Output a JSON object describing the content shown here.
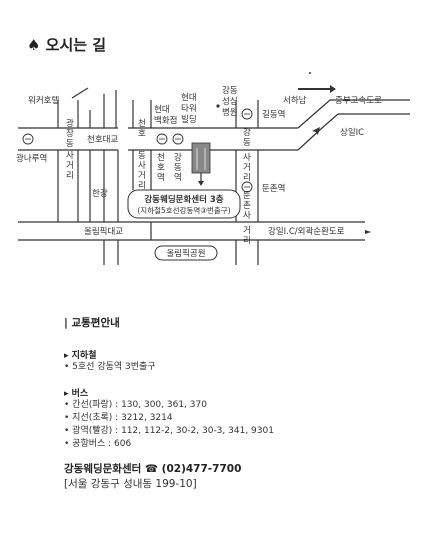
{
  "header": {
    "title": "♠ 오시는 길"
  },
  "map": {
    "labels": {
      "walkerhill": "워커호텔",
      "gwangjang1": "광",
      "gwangjang2": "장",
      "gwangjang3": "동",
      "gwangjang4": "사",
      "gwangjang5": "거",
      "gwangjang6": "리",
      "gwangnaru": "광나루역",
      "cheonhobridge": "천호대교",
      "hangang": "한강",
      "olympicbridge": "올림픽대교",
      "cheonho_st1": "천",
      "cheonho_st2": "호",
      "cheonho_st3": "역",
      "cheonho_int1": "천",
      "cheonho_int2": "호",
      "cheonho_int3": "동",
      "cheonho_int4": "사",
      "cheonho_int5": "거",
      "cheonho_int6": "리",
      "gangdong_st1": "강",
      "gangdong_st2": "동",
      "gangdong_st3": "역",
      "hyundai_dept1": "현대",
      "hyundai_dept2": "백화점",
      "hyundai_tower1": "현대",
      "hyundai_tower2": "타워",
      "hyundai_tower3": "빌딩",
      "hospital1": "강동",
      "hospital2": "성심",
      "hospital3": "병원",
      "gangdong_int1": "강",
      "gangdong_int2": "동",
      "gangdong_int3": "사",
      "gangdong_int4": "거",
      "gangdong_int5": "리",
      "gildong": "길동역",
      "seohanam": "서하남",
      "jungbu": "중부고속도로",
      "sangil": "상일IC",
      "dunchon": "둔촌역",
      "dunchon_int1": "둔",
      "dunchon_int2": "촌",
      "dunchon_int3": "사",
      "dunchon_int4": "거",
      "dunchon_int5": "리",
      "ring": "강일I.C/외곽순환도로",
      "olympicpark": "올림픽공원",
      "center_name": "강동웨딩문화센터 3층",
      "center_sub": "(지하철5호선강동역③번출구)"
    },
    "subway_icon": "subway-icon"
  },
  "info": {
    "section_title": "| 교통편안내",
    "subway": {
      "title": "▸ 지하철",
      "lines": [
        "• 5호선 강동역 3번출구"
      ]
    },
    "bus": {
      "title": "▸ 버스",
      "lines": [
        "• 간선(파랑) : 130, 300, 361, 370",
        "• 지선(초록) : 3212, 3214",
        "• 광역(빨강) : 112, 112-2, 30-2, 30-3, 341, 9301",
        "• 공항버스 : 606"
      ]
    },
    "contact": "강동웨딩문화센터 ☎ (02)477-7700",
    "address": "[서울 강동구 성내동 199-10]"
  }
}
